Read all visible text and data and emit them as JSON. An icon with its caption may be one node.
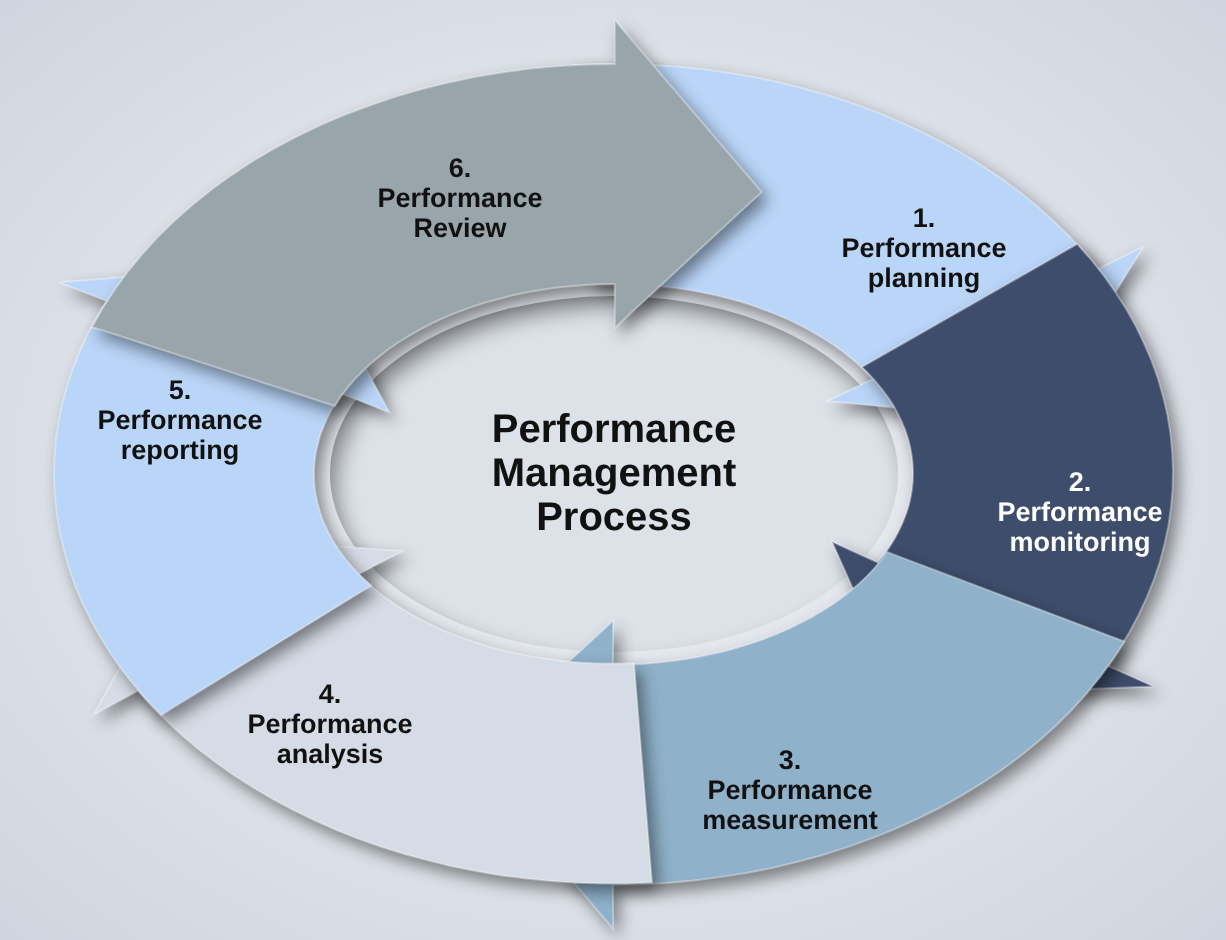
{
  "diagram": {
    "nodes": [
      {
        "text": [
          "Performance Management Process"
        ]
      },
      {
        "text": [
          "1. Performance planning"
        ]
      },
      {
        "text": [
          "2. Performance monitoring"
        ]
      },
      {
        "text": [
          "3. Performance measurement"
        ]
      },
      {
        "text": [
          "4. Performance analysis"
        ]
      },
      {
        "text": [
          "5. Performance reporting"
        ]
      },
      {
        "text": [
          "6. Performance Review"
        ]
      }
    ]
  }
}
